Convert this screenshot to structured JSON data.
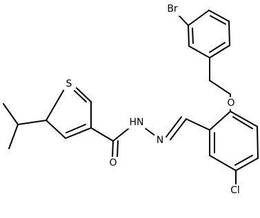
{
  "molecule": {
    "atoms": {
      "br": "Br",
      "o": "O",
      "s": "S",
      "nh": "HN",
      "n": "N",
      "carbonyl_o": "O",
      "cl": "Cl"
    }
  }
}
